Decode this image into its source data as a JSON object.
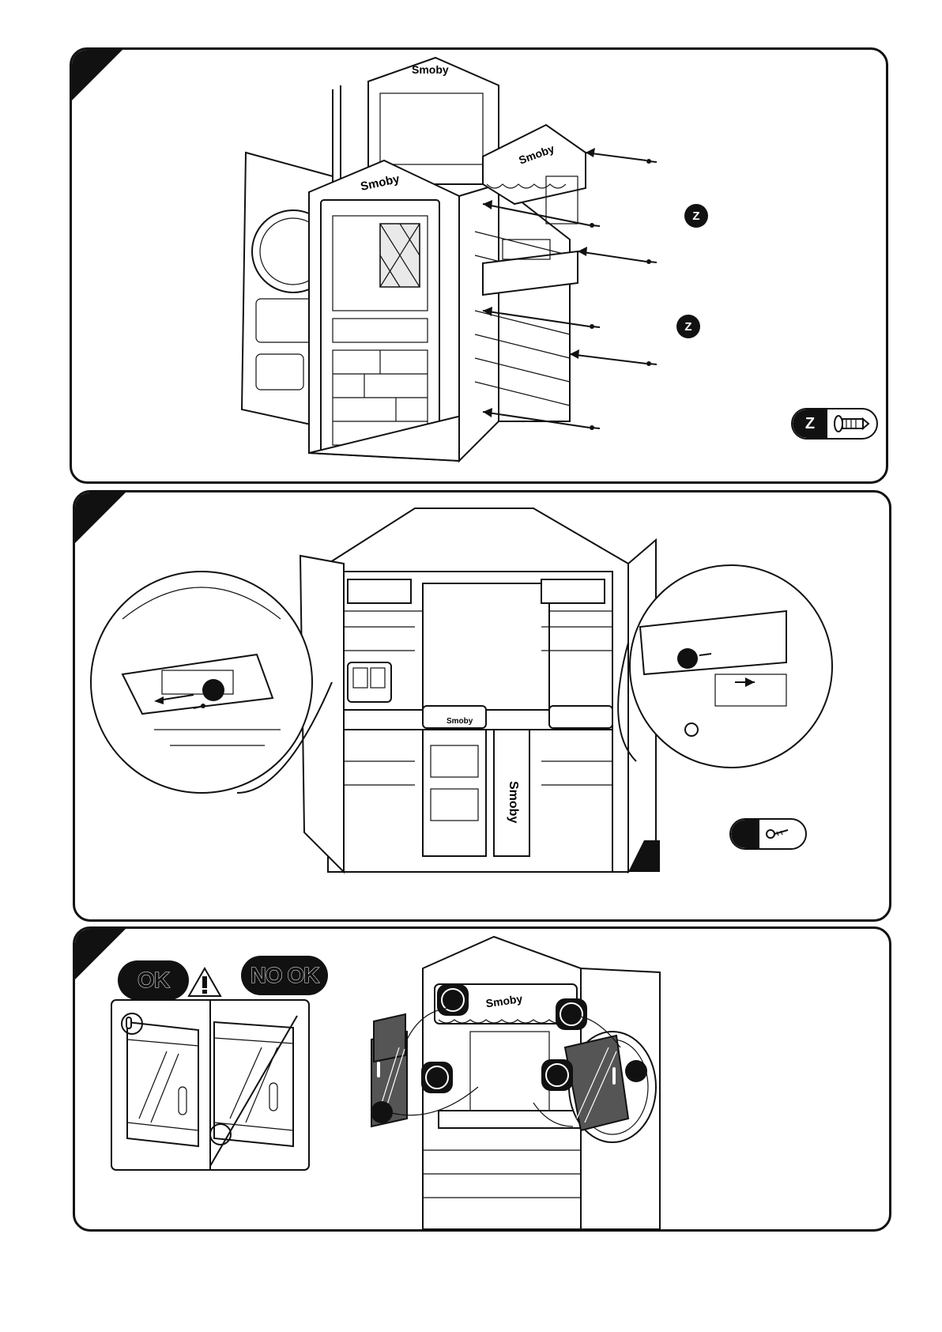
{
  "step1": {
    "callouts": [
      "Z",
      "Z"
    ],
    "screw_badge": "Z",
    "brand_labels": [
      "Smoby",
      "Smoby"
    ],
    "icons": [
      "screw-icon",
      "arrow-icon"
    ]
  },
  "step2": {
    "brand_labels": [
      "Smoby",
      "Smoby"
    ],
    "screw_badge": "",
    "icons": [
      "screw-icon",
      "zoom-circle-icon"
    ]
  },
  "step3": {
    "ok_label": "OK",
    "no_ok_label": "NO OK",
    "warning_icon": "warning-icon",
    "brand_labels": [
      "Smoby"
    ],
    "icons": [
      "door-panel-icon",
      "hinge-marker-icon"
    ]
  },
  "colors": {
    "ink": "#111111",
    "door_fill": "#555555",
    "light_fill": "#e9e9e9"
  }
}
